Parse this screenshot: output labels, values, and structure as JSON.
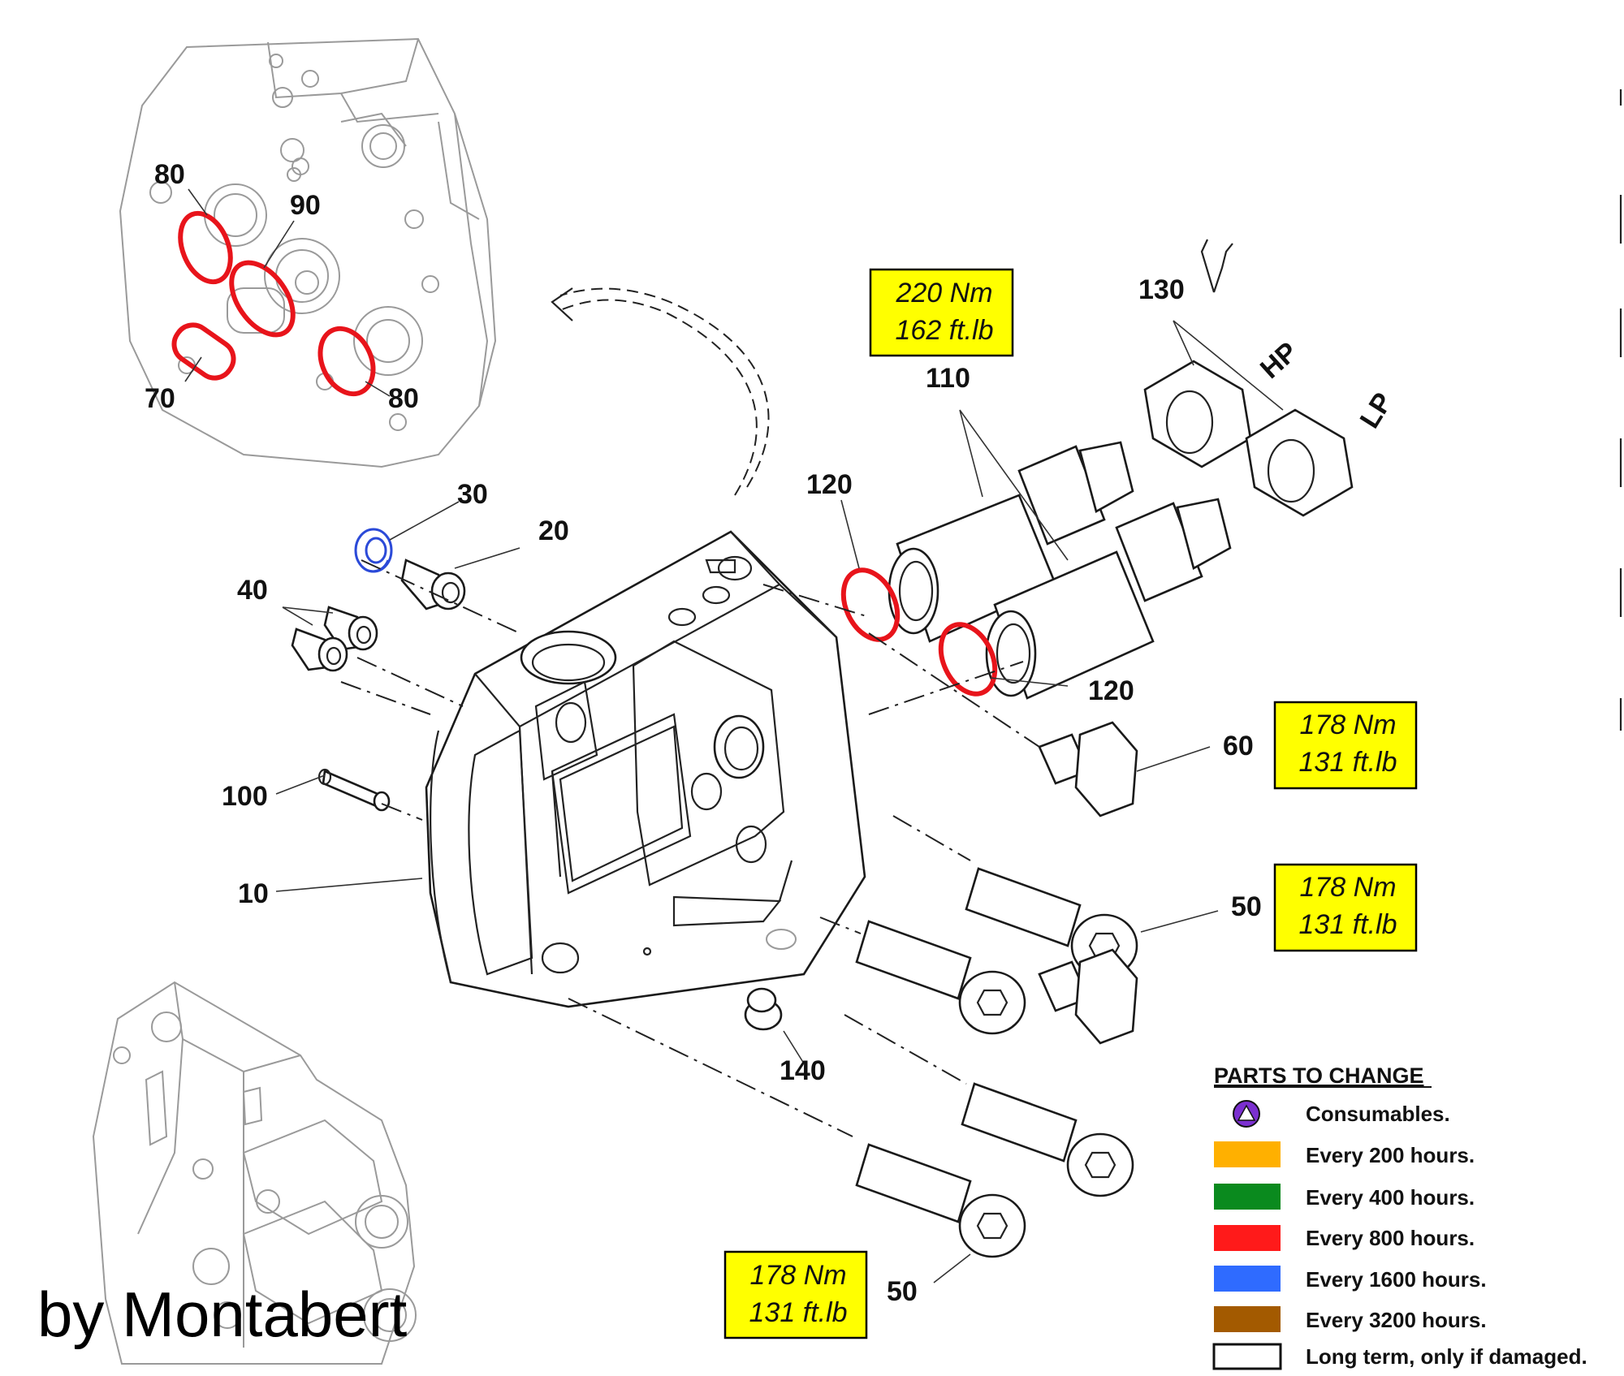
{
  "labels": {
    "p80a": "80",
    "p90": "90",
    "p70": "70",
    "p80b": "80",
    "p30": "30",
    "p20": "20",
    "p40": "40",
    "p100": "100",
    "p10": "10",
    "p120a": "120",
    "p120b": "120",
    "p110": "110",
    "p130": "130",
    "hp": "HP",
    "lp": "LP",
    "p60": "60",
    "p50a": "50",
    "p50b": "50",
    "p140": "140"
  },
  "torque": {
    "t110": {
      "nm": "220 Nm",
      "ftlb": "162 ft.lb"
    },
    "t60": {
      "nm": "178 Nm",
      "ftlb": "131 ft.lb"
    },
    "t50a": {
      "nm": "178 Nm",
      "ftlb": "131 ft.lb"
    },
    "t50b": {
      "nm": "178 Nm",
      "ftlb": "131 ft.lb"
    }
  },
  "legend": {
    "title": "PARTS TO CHANGE",
    "items": [
      {
        "label": "Consumables.",
        "color": "#7b2fd0",
        "swatch": "triangle-icon"
      },
      {
        "label": "Every 200 hours.",
        "color": "#ffb000"
      },
      {
        "label": "Every 400 hours.",
        "color": "#0a8a1e"
      },
      {
        "label": "Every 800 hours.",
        "color": "#ff1a1a"
      },
      {
        "label": "Every 1600 hours.",
        "color": "#2f6bff"
      },
      {
        "label": "Every 3200 hours.",
        "color": "#a35a00"
      },
      {
        "label": "Long term, only if damaged.",
        "color": "#ffffff"
      }
    ]
  },
  "credit": "by Montabert",
  "colors": {
    "oring_800h": "#e8141b",
    "seal_1600h": "#2b4ad8",
    "torque_box": "#ffff00"
  }
}
